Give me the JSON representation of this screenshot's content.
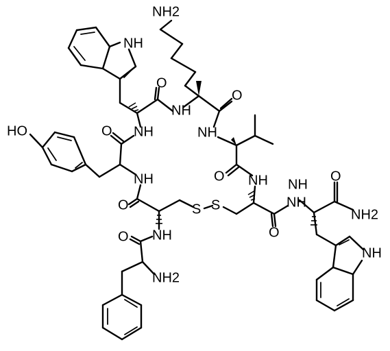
{
  "labels": {
    "nh2_top": "NH2",
    "nh_indole_top": "NH",
    "ho": "HO",
    "nh_1": "NH",
    "nh_2": "NH",
    "nh_3": "NH",
    "nh_4": "NH",
    "nh_5": "NH",
    "nh_6": "NH",
    "nh_7": "NH",
    "nh_8": "NH",
    "nh2_amide": "NH2",
    "nh2_phe": "NH2",
    "nh_indole_right": "NH",
    "o_1": "O",
    "o_2": "O",
    "o_3": "O",
    "o_4": "O",
    "o_5": "O",
    "o_6": "O",
    "o_7": "O",
    "o_8": "O",
    "s_1": "S",
    "s_2": "S"
  }
}
